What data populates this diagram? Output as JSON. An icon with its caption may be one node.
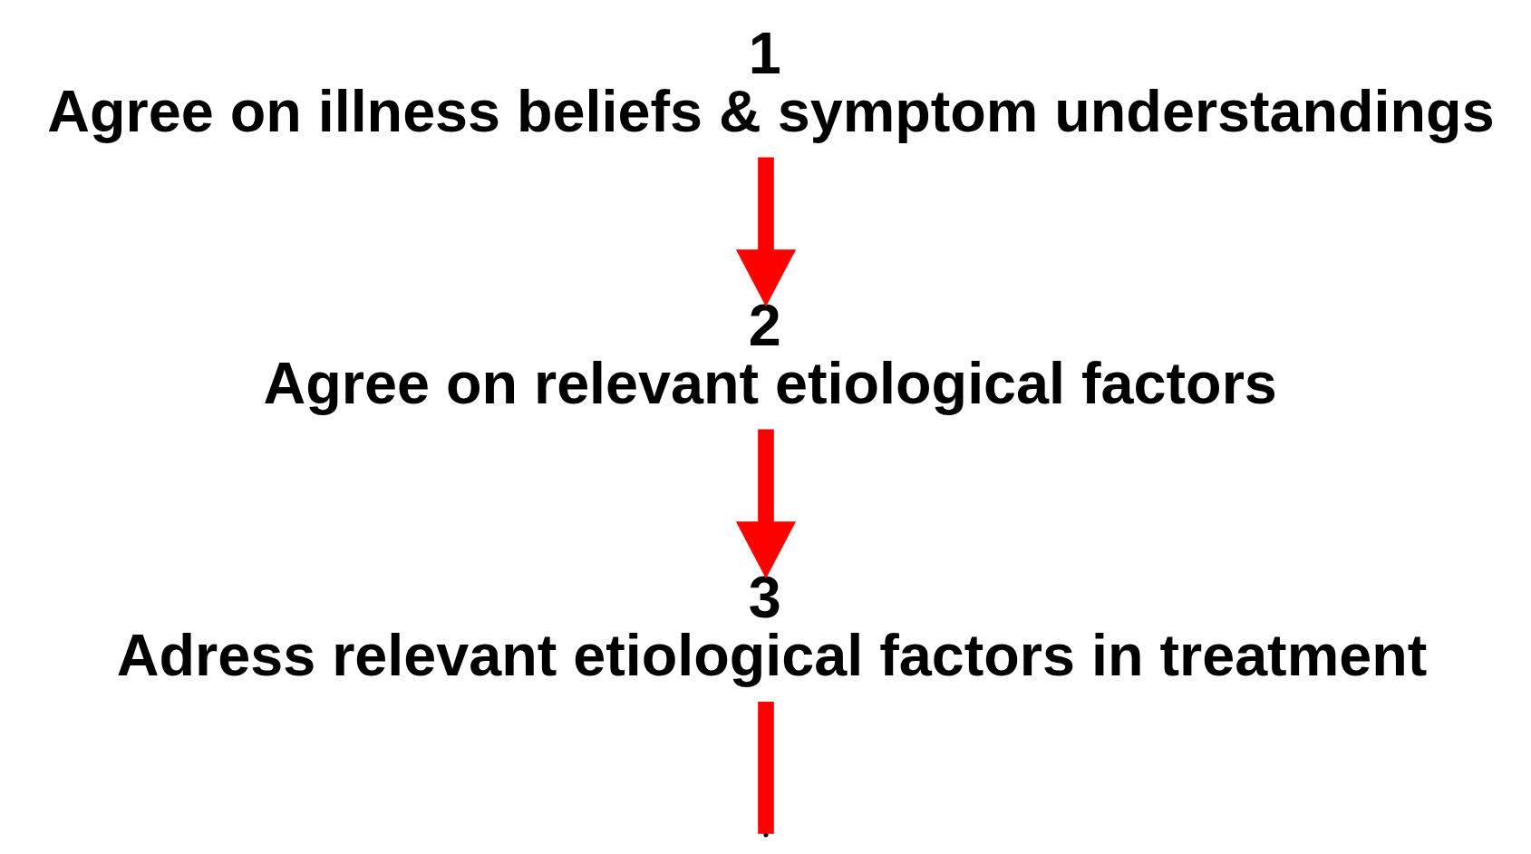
{
  "diagram": {
    "nodes": [
      {
        "text": [
          "1",
          "Agree on illness beliefs & symptom understandings"
        ]
      },
      {
        "text": [
          "2",
          "Agree on relevant etiological factors"
        ]
      },
      {
        "text": [
          "3",
          "Adress relevant etiological factors in treatment"
        ]
      }
    ],
    "edges": [
      {
        "from": 0,
        "to": 1,
        "arrow": "to"
      },
      {
        "from": 1,
        "to": 2,
        "arrow": "to"
      },
      {
        "from": 2,
        "to": null,
        "arrow": "none"
      }
    ]
  }
}
